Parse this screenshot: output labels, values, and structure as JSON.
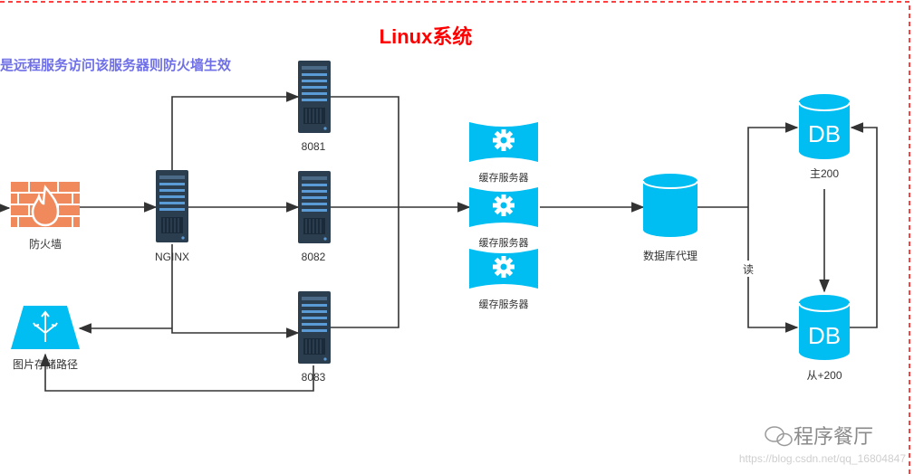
{
  "title": "Linux系统",
  "note": "是远程服务访问该服务器则防火墙生效",
  "firewall_label": "防火墙",
  "nginx_label": "NGINX",
  "servers": [
    "8081",
    "8082",
    "8083"
  ],
  "cache_label": "缓存服务器",
  "image_storage_label": "图片存储路径",
  "db_proxy_label": "数据库代理",
  "db_text": "DB",
  "db_master_label": "主200",
  "db_slave_label": "从+200",
  "read_label": "读",
  "watermark_brand": "程序餐厅",
  "watermark_url": "https://blog.csdn.net/qq_16804847",
  "colors": {
    "title": "#ff0000",
    "note": "#6f6fe8",
    "border_dash": "#ff0000",
    "server_body": "#2b3e50",
    "server_accent": "#5b9bd5",
    "firewall": "#f08a5d",
    "cyan": "#00bef2",
    "line": "#333333"
  },
  "icons": [
    "firewall-icon",
    "server-icon",
    "gear-icon",
    "database-icon",
    "storage-icon",
    "wechat-icon"
  ]
}
